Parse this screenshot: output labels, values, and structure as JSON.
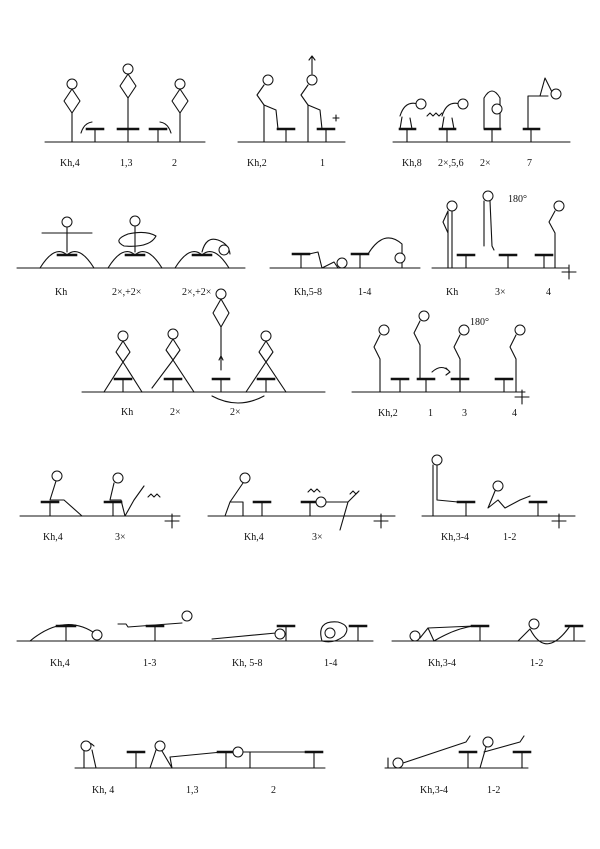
{
  "exercises": [
    {
      "labels": [
        "Kh,4",
        "1,3",
        "2"
      ]
    },
    {
      "labels": [
        "Kh,2",
        "1"
      ]
    },
    {
      "labels": [
        "Kh,8",
        "2×,5,6",
        "2×",
        "7"
      ]
    },
    {
      "labels": [
        "Kh",
        "2×,+2×",
        "2×,+2×"
      ]
    },
    {
      "labels": [
        "Kh,5-8",
        "1-4"
      ]
    },
    {
      "labels": [
        "Kh",
        "3×",
        "4"
      ],
      "note": "180°"
    },
    {
      "labels": [
        "Kh",
        "2×",
        "2×"
      ]
    },
    {
      "labels": [
        "Kh,2",
        "1",
        "3",
        "4"
      ],
      "note": "180°"
    },
    {
      "labels": [
        "Kh,4",
        "3×"
      ]
    },
    {
      "labels": [
        "Kh,4",
        "3×"
      ]
    },
    {
      "labels": [
        "Kh,3-4",
        "1-2"
      ]
    },
    {
      "labels": [
        "Kh,4",
        "1-3"
      ]
    },
    {
      "labels": [
        "Kh, 5-8",
        "1-4"
      ]
    },
    {
      "labels": [
        "Kh,3-4",
        "1-2"
      ]
    },
    {
      "labels": [
        "Kh, 4",
        "1,3",
        "2"
      ]
    },
    {
      "labels": [
        "Kh,3-4",
        "1-2"
      ]
    }
  ]
}
